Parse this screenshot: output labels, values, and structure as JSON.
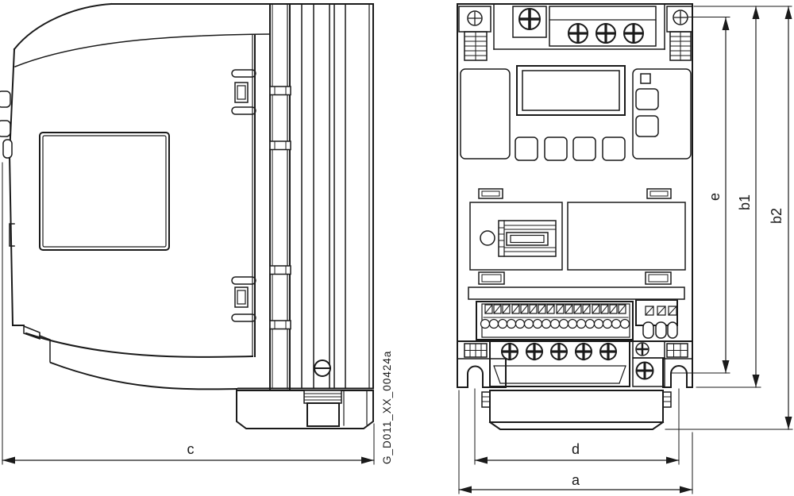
{
  "drawing": {
    "caption": "G_D011_XX_00424a",
    "ink_color": "#1a1a1a",
    "paper_color": "#ffffff",
    "labels": {
      "a": "a",
      "b1": "b1",
      "b2": "b2",
      "c": "c",
      "d": "d",
      "e": "e"
    }
  }
}
